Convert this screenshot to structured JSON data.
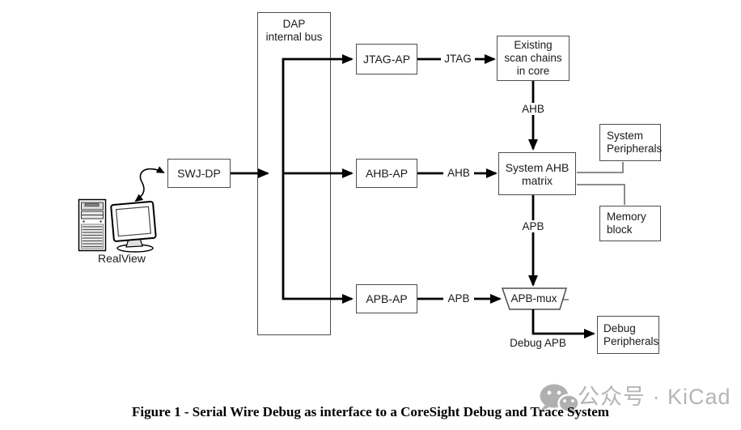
{
  "diagram": {
    "caption": "Figure 1 - Serial Wire Debug as interface to a CoreSight Debug and Trace System",
    "nodes": {
      "dap_bus": {
        "lines": [
          "DAP",
          "internal bus"
        ]
      },
      "swj_dp": {
        "label": "SWJ-DP"
      },
      "jtag_ap": {
        "label": "JTAG-AP"
      },
      "ahb_ap": {
        "label": "AHB-AP"
      },
      "apb_ap": {
        "label": "APB-AP"
      },
      "scan_chains": {
        "lines": [
          "Existing",
          "scan chains",
          "in core"
        ]
      },
      "ahb_matrix": {
        "lines": [
          "System AHB",
          "matrix"
        ]
      },
      "sys_periph": {
        "lines": [
          "System",
          "Peripherals"
        ]
      },
      "memory": {
        "lines": [
          "Memory",
          "block"
        ]
      },
      "apb_mux": {
        "label": "APB-mux"
      },
      "debug_periph": {
        "lines": [
          "Debug",
          "Peripherals"
        ]
      },
      "host": {
        "label": "RealView"
      }
    },
    "edge_labels": {
      "jtag": "JTAG",
      "ahb_link": "AHB",
      "ahb_down": "AHB",
      "apb_link": "APB",
      "apb_down": "APB",
      "debug_apb": "Debug APB"
    },
    "colors": {
      "line": "#000000",
      "box_border": "#4d4d4d",
      "gray_connector": "#8c8c8c",
      "watermark": "#b5b5b5"
    }
  },
  "watermark": {
    "text": "公众号 · KiCad",
    "icon": "wechat-logo-icon"
  }
}
